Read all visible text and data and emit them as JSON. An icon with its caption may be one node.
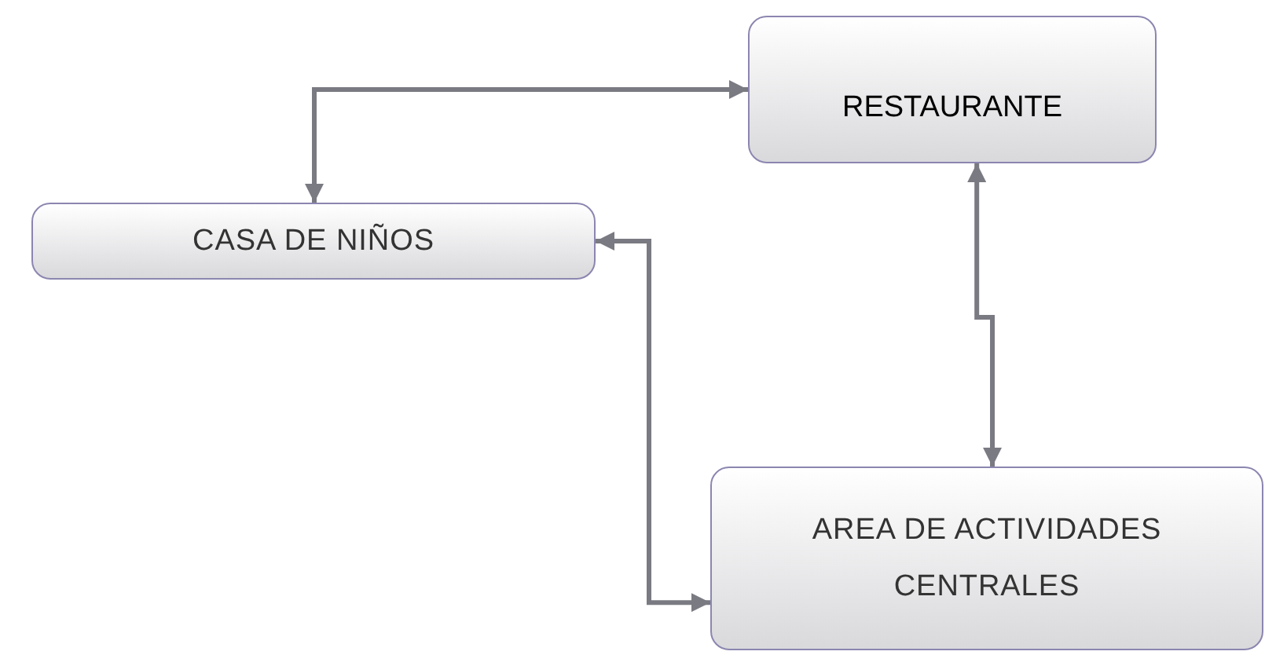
{
  "diagram": {
    "nodes": [
      {
        "text": [
          "RESTAURANTE"
        ]
      },
      {
        "text": [
          "CASA DE NIÑOS"
        ]
      },
      {
        "text": [
          "AREA DE ACTIVIDADES CENTRALES"
        ]
      }
    ],
    "edges": [
      {
        "from": 1,
        "to": 0,
        "arrow": "both"
      },
      {
        "from": 0,
        "to": 2,
        "arrow": "both"
      },
      {
        "from": 1,
        "to": 2,
        "arrow": "both"
      }
    ]
  }
}
